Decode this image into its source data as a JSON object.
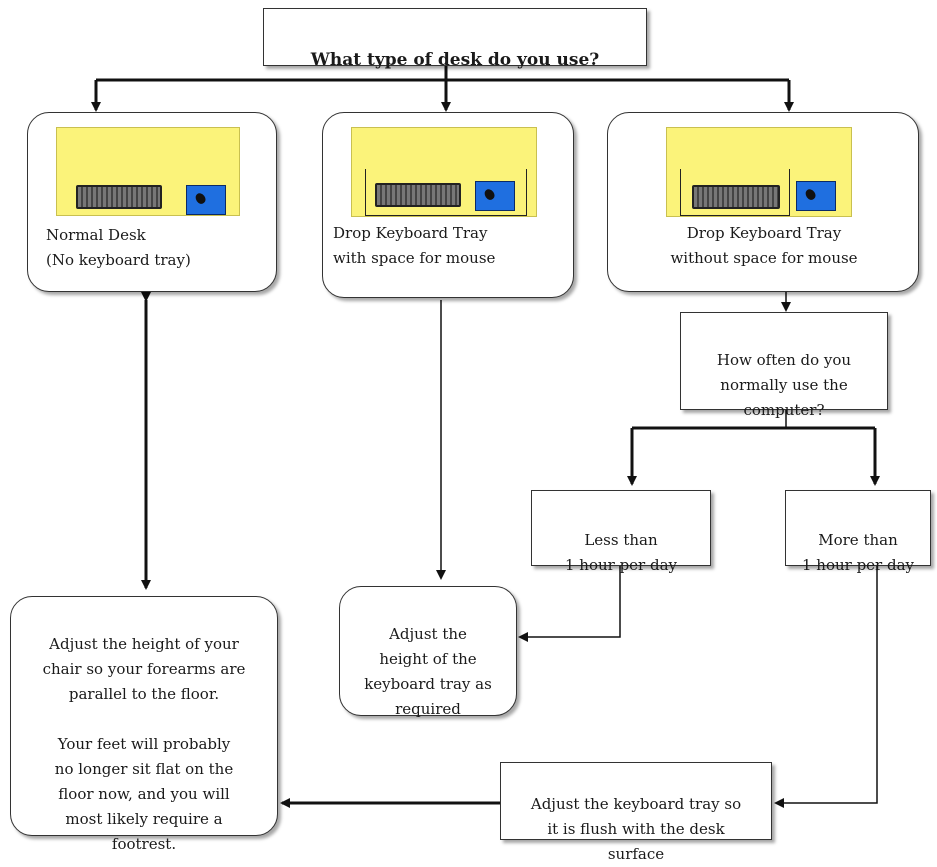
{
  "question": "What type of desk do you use?",
  "options": [
    {
      "label": "Normal Desk\n(No keyboard tray)",
      "icon": "normal-desk-icon"
    },
    {
      "label": "Drop Keyboard Tray\nwith space for mouse",
      "icon": "tray-with-mouse-icon"
    },
    {
      "label": "Drop Keyboard Tray\nwithout space for mouse",
      "icon": "tray-without-mouse-icon"
    }
  ],
  "frequency_question": "How often do you\nnormally use the\ncomputer?",
  "frequency": {
    "less": "Less than\n1 hour per day",
    "more": "More than\n1 hour per day"
  },
  "outcomes": {
    "chair": "Adjust the height of your\nchair so your forearms are\nparallel to the floor.\n\nYour feet will probably\nno longer sit flat on the\nfloor now, and you will\nmost likely require a\nfootrest.",
    "tray_height": "Adjust the\nheight of the\nkeyboard tray as\nrequired",
    "tray_flush": "Adjust the keyboard tray so\nit is flush with the desk\nsurface"
  },
  "colors": {
    "desk": "#fbf37a",
    "mouse_pad": "#1f6fe0"
  }
}
